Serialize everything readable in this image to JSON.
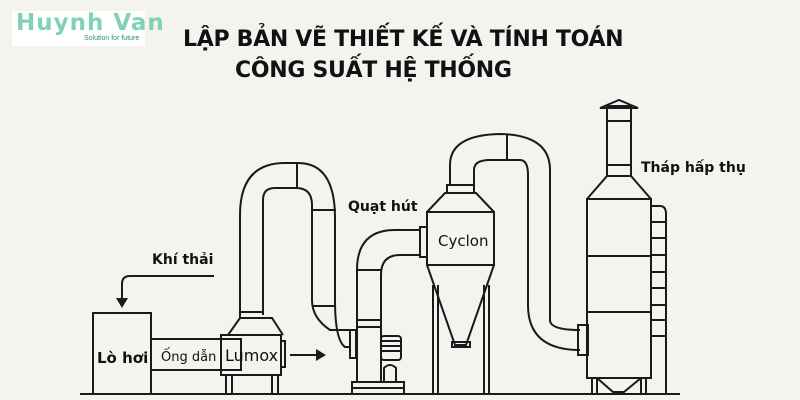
{
  "logo": {
    "name": "Huynh Van",
    "tagline": "Solution for future",
    "color": "#7fd3b3"
  },
  "title": {
    "line1": "LẬP BẢN VẼ THIẾT KẾ VÀ TÍNH TOÁN",
    "line2": "CÔNG SUẤT HỆ THỐNG"
  },
  "diagram": {
    "labels": {
      "exhaust_gas": "Khí thải",
      "boiler": "Lò hơi",
      "duct": "Ống dẫn",
      "lumox": "Lumox",
      "fan": "Quạt hút",
      "cyclone": "Cyclon",
      "absorption_tower": "Tháp hấp thụ"
    },
    "line_color": "#1a1a1a",
    "background": "#f5f3ef"
  }
}
